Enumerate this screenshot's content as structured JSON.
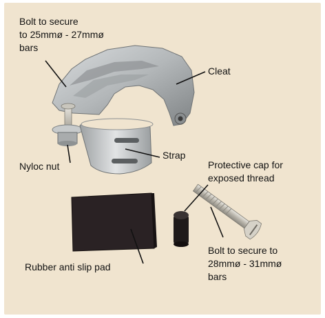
{
  "labels": {
    "bolt_small": [
      "Bolt to secure",
      "to 25mmø - 27mmø",
      "bars"
    ],
    "cleat": "Cleat",
    "strap": "Strap",
    "nyloc_nut": "Nyloc nut",
    "protective_cap": [
      "Protective cap for",
      "exposed thread"
    ],
    "rubber_pad": "Rubber anti slip pad",
    "bolt_large": [
      "Bolt to secure to",
      "28mmø - 31mmø",
      "bars"
    ]
  },
  "colors": {
    "background": "#f0e4cf",
    "metal": "#b9bcbe",
    "metal_dark": "#8c9092",
    "pad": "#2a2224",
    "cap": "#1f1a1a"
  }
}
